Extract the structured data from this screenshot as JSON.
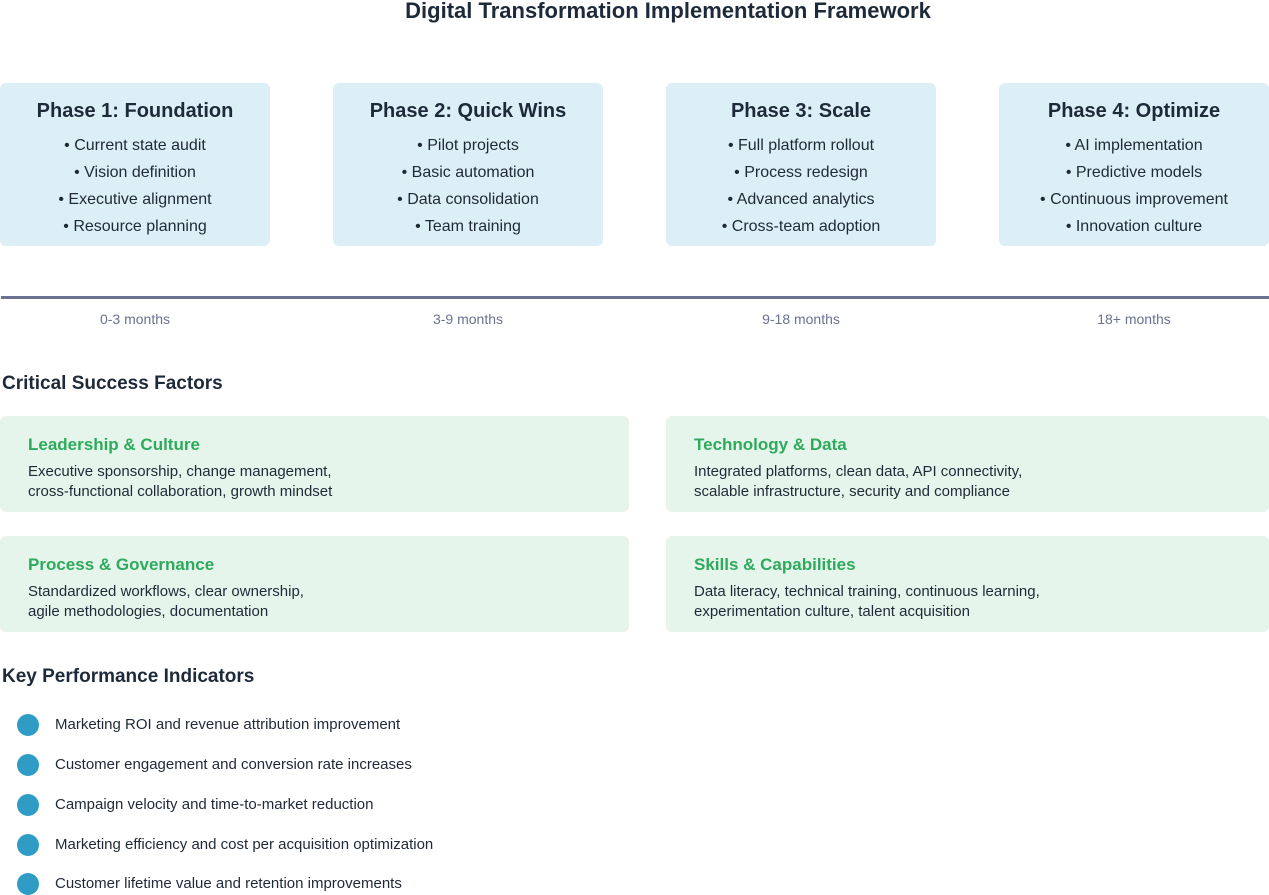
{
  "title": "Digital Transformation Implementation Framework",
  "phases": [
    {
      "title": "Phase 1: Foundation",
      "items": [
        "• Current state audit",
        "• Vision definition",
        "• Executive alignment",
        "• Resource planning"
      ],
      "duration": "0-3 months"
    },
    {
      "title": "Phase 2: Quick Wins",
      "items": [
        "• Pilot projects",
        "• Basic automation",
        "• Data consolidation",
        "• Team training"
      ],
      "duration": "3-9 months"
    },
    {
      "title": "Phase 3: Scale",
      "items": [
        "• Full platform rollout",
        "• Process redesign",
        "• Advanced analytics",
        "• Cross-team adoption"
      ],
      "duration": "9-18 months"
    },
    {
      "title": "Phase 4: Optimize",
      "items": [
        "• AI implementation",
        "• Predictive models",
        "• Continuous improvement",
        "• Innovation culture"
      ],
      "duration": "18+ months"
    }
  ],
  "success_factors": {
    "heading": "Critical Success Factors",
    "items": [
      {
        "title": "Leadership & Culture",
        "description": "Executive sponsorship, change management,\ncross-functional collaboration, growth mindset"
      },
      {
        "title": "Technology & Data",
        "description": "Integrated platforms, clean data, API connectivity,\nscalable infrastructure, security and compliance"
      },
      {
        "title": "Process & Governance",
        "description": "Standardized workflows, clear ownership,\nagile methodologies, documentation"
      },
      {
        "title": "Skills & Capabilities",
        "description": "Data literacy, technical training, continuous learning,\nexperimentation culture, talent acquisition"
      }
    ]
  },
  "kpis": {
    "heading": "Key Performance Indicators",
    "items": [
      "Marketing ROI and revenue attribution improvement",
      "Customer engagement and conversion rate increases",
      "Campaign velocity and time-to-market reduction",
      "Marketing efficiency and cost per acquisition optimization",
      "Customer lifetime value and retention improvements"
    ]
  },
  "colors": {
    "phase_bg": "#dceef6",
    "factor_bg": "#e6f5ec",
    "factor_title": "#2eaa5c",
    "timeline": "#6b7191",
    "kpi_dot": "#2e9cc4"
  }
}
